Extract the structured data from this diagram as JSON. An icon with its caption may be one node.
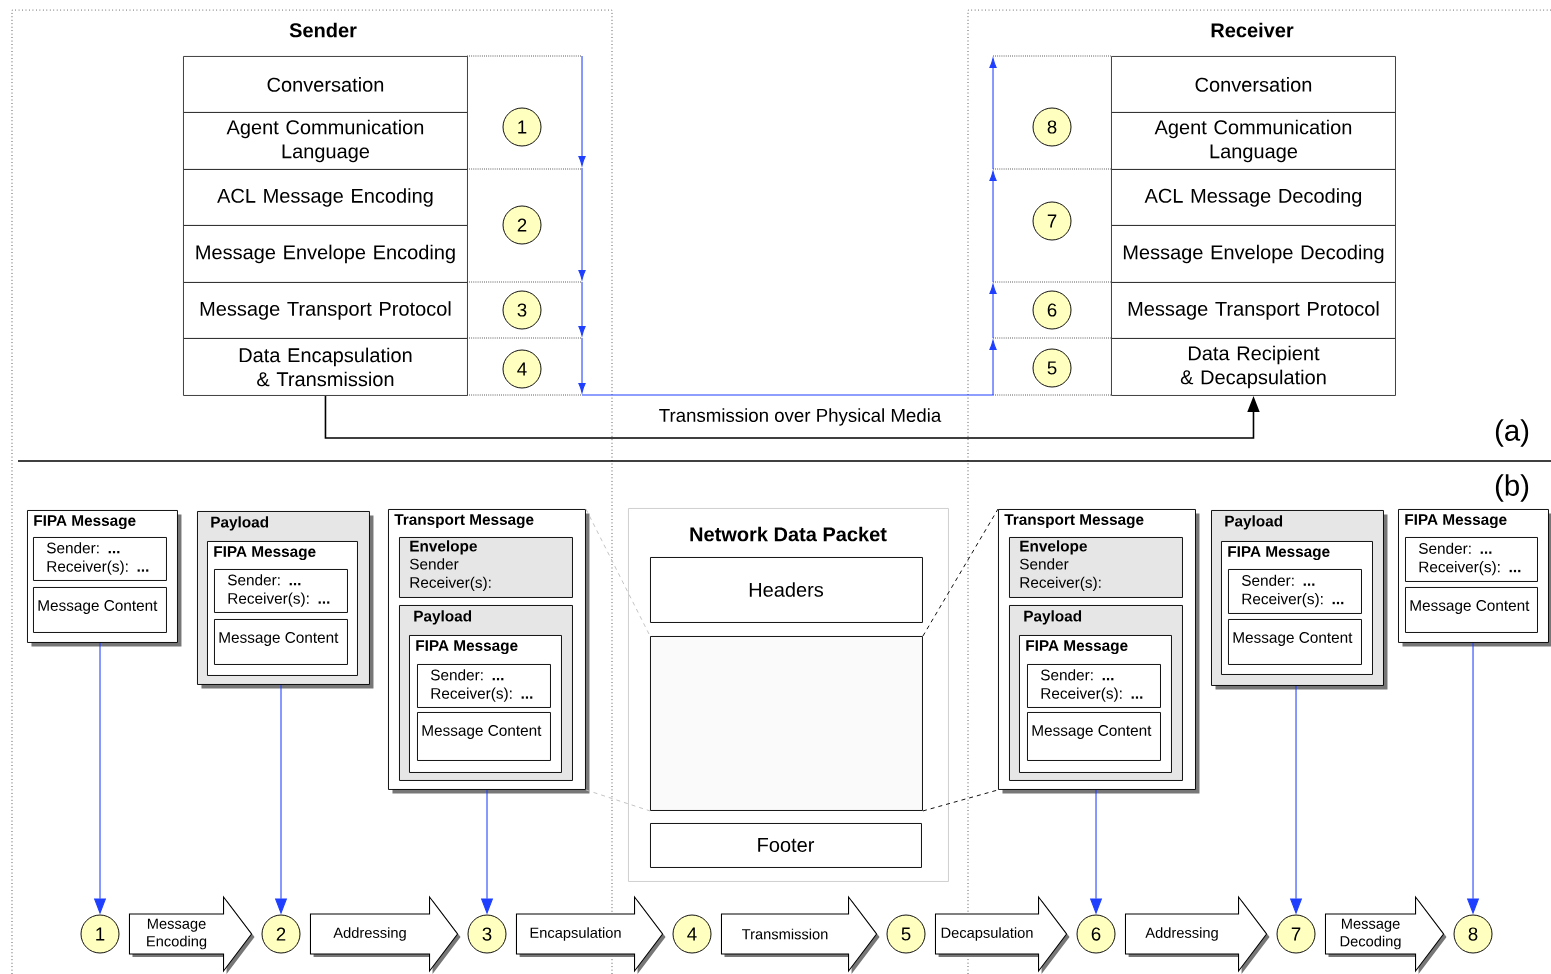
{
  "diagram": {
    "nodes": [
      {
        "text": [
          "Conversation"
        ]
      },
      {
        "text": [
          "Agent Communication Language"
        ]
      },
      {
        "text": [
          "ACL Message Encoding"
        ]
      },
      {
        "text": [
          "Message Envelope Encoding"
        ]
      },
      {
        "text": [
          "Message Transport Protocol"
        ]
      },
      {
        "text": [
          "Data Encapsulation & Transmission"
        ]
      },
      {
        "text": [
          "1"
        ]
      },
      {
        "text": [
          "2"
        ]
      },
      {
        "text": [
          "3"
        ]
      },
      {
        "text": [
          "4"
        ]
      },
      {
        "text": [
          "Conversation"
        ]
      },
      {
        "text": [
          "Agent Communication Language"
        ]
      },
      {
        "text": [
          "ACL Message Decoding"
        ]
      },
      {
        "text": [
          "Message Envelope Decoding"
        ]
      },
      {
        "text": [
          "Message Transport Protocol"
        ]
      },
      {
        "text": [
          "Data Recipient & Decapsulation"
        ]
      },
      {
        "text": [
          "8"
        ]
      },
      {
        "text": [
          "7"
        ]
      },
      {
        "text": [
          "6"
        ]
      },
      {
        "text": [
          "5"
        ]
      },
      {
        "text": [
          "FIPA Message"
        ]
      },
      {
        "text": [
          "Sender: **...** Receiver(s): **...**"
        ],
        "in": 20
      },
      {
        "text": [
          "Message Content"
        ],
        "in": 20
      },
      {
        "text": [
          "Payload"
        ]
      },
      {
        "text": [
          "FIPA Message"
        ],
        "in": 23
      },
      {
        "text": [
          "Sender: **...** Receiver(s): **...**"
        ],
        "in": 24
      },
      {
        "text": [
          "Message Content"
        ],
        "in": 24
      },
      {
        "text": [
          "Transport Message"
        ]
      },
      {
        "text": [
          "Envelope",
          "Sender Receiver(s):"
        ],
        "in": 27
      },
      {
        "text": [
          "Payload"
        ],
        "in": 27
      },
      {
        "text": [
          "FIPA Message"
        ],
        "in": 29
      },
      {
        "text": [
          "Sender: **...** Receiver(s): **...**"
        ],
        "in": 30
      },
      {
        "text": [
          "Message Content"
        ],
        "in": 30
      },
      {
        "text": [
          "Network Data Packet"
        ]
      },
      {
        "text": [
          "Headers"
        ],
        "in": 33
      },
      {
        "text": [],
        "shape": "box",
        "in": 33
      },
      {
        "text": [
          "Footer"
        ],
        "in": 33
      },
      {
        "text": [
          "Transport Message"
        ]
      },
      {
        "text": [
          "Envelope",
          "Sender Receiver(s):"
        ],
        "in": 37
      },
      {
        "text": [
          "Payload"
        ],
        "in": 37
      },
      {
        "text": [
          "FIPA Message"
        ],
        "in": 39
      },
      {
        "text": [
          "Sender: **...** Receiver(s): **...**"
        ],
        "in": 40
      },
      {
        "text": [
          "Message Content"
        ],
        "in": 40
      },
      {
        "text": [
          "Payload"
        ]
      },
      {
        "text": [
          "FIPA Message"
        ],
        "in": 43
      },
      {
        "text": [
          "Sender: **...** Receiver(s): **...**"
        ],
        "in": 44
      },
      {
        "text": [
          "Message Content"
        ],
        "in": 44
      },
      {
        "text": [
          "FIPA Message"
        ]
      },
      {
        "text": [
          "Sender: **...** Receiver(s): **...**"
        ],
        "in": 47
      },
      {
        "text": [
          "Message Content"
        ],
        "in": 47
      },
      {
        "text": [
          "1"
        ]
      },
      {
        "text": [
          "2"
        ]
      },
      {
        "text": [
          "3"
        ]
      },
      {
        "text": [
          "4"
        ]
      },
      {
        "text": [
          "5"
        ]
      },
      {
        "text": [
          "6"
        ]
      },
      {
        "text": [
          "7"
        ]
      },
      {
        "text": [
          "8"
        ]
      }
    ],
    "edges": [
      {
        "from": 5,
        "to": 15,
        "arrow": "to",
        "label": "Transmission over Physical Media",
        "color": "#000000"
      },
      {
        "from": 20,
        "to": 50,
        "arrow": "to"
      },
      {
        "from": 23,
        "to": 51,
        "arrow": "to"
      },
      {
        "from": 27,
        "to": 52,
        "arrow": "to"
      },
      {
        "from": 37,
        "to": 55,
        "arrow": "to"
      },
      {
        "from": 43,
        "to": 56,
        "arrow": "to"
      },
      {
        "from": 47,
        "to": 57,
        "arrow": "to"
      },
      {
        "from": 50,
        "to": 51,
        "arrow": "to",
        "label": "Message Encoding",
        "color": "#000000"
      },
      {
        "from": 51,
        "to": 52,
        "arrow": "to",
        "label": "Addressing",
        "color": "#000000"
      },
      {
        "from": 52,
        "to": 53,
        "arrow": "to",
        "label": "Encapsulation",
        "color": "#000000"
      },
      {
        "from": 53,
        "to": 54,
        "arrow": "to",
        "label": "Transmission",
        "color": "#000000"
      },
      {
        "from": 54,
        "to": 55,
        "arrow": "to",
        "label": "Decapsulation",
        "color": "#000000"
      },
      {
        "from": 55,
        "to": 56,
        "arrow": "to",
        "label": "Addressing",
        "color": "#000000"
      },
      {
        "from": 56,
        "to": 57,
        "arrow": "to",
        "label": "Message Decoding",
        "color": "#000000"
      },
      {
        "from": 27,
        "to": 35,
        "arrow": "none",
        "style": "dashed",
        "color": "#c0c0c0"
      },
      {
        "from": 27,
        "to": 35,
        "arrow": "none",
        "style": "dashed",
        "color": "#c0c0c0"
      },
      {
        "from": 35,
        "to": 37,
        "arrow": "none",
        "style": "dashed",
        "color": "#000000"
      },
      {
        "from": 35,
        "to": 37,
        "arrow": "none",
        "style": "dashed",
        "color": "#000000"
      }
    ],
    "labels": [
      "Sender",
      "Receiver",
      "(a)",
      "(b)"
    ]
  }
}
